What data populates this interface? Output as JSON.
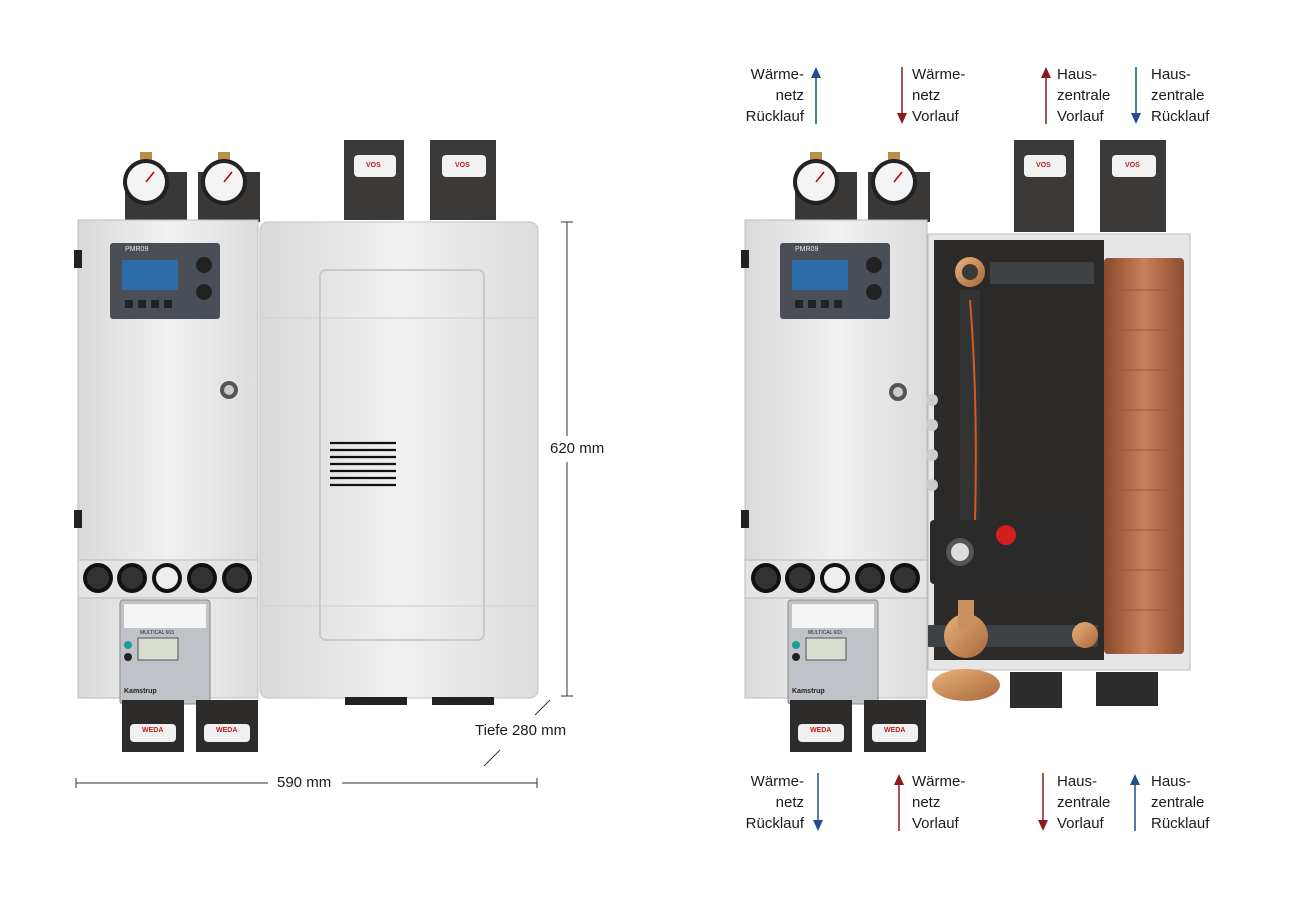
{
  "colors": {
    "supply_arrow": "#8b1a1a",
    "return_arrow": "#1f4e8c",
    "cabinet_white": "#e9e9e9",
    "copper": "#b86a44",
    "controller": "#4a4f57",
    "display": "#2c6ca8"
  },
  "icons": [
    "pressure-gauge-icon",
    "arrow-up-icon",
    "arrow-down-icon",
    "valve-icon",
    "heat-exchanger-icon"
  ],
  "dimensions": {
    "height": "620 mm",
    "width": "590 mm",
    "depth": "Tiefe 280 mm"
  },
  "device": {
    "controller_model": "PMR09",
    "meter_model": "MULTICAL 603",
    "meter_brand": "Kamstrup",
    "valve_brand": "VOS",
    "actuator_brand": "WEDA"
  },
  "labels_top": [
    {
      "lines": [
        "Wärme-",
        "netz",
        "Rücklauf"
      ],
      "dir": "up",
      "color": "return"
    },
    {
      "lines": [
        "Wärme-",
        "netz",
        "Vorlauf"
      ],
      "dir": "down",
      "color": "supply"
    },
    {
      "lines": [
        "Haus-",
        "zentrale",
        "Vorlauf"
      ],
      "dir": "up",
      "color": "supply"
    },
    {
      "lines": [
        "Haus-",
        "zentrale",
        "Rücklauf"
      ],
      "dir": "down",
      "color": "return"
    }
  ],
  "labels_bottom": [
    {
      "lines": [
        "Wärme-",
        "netz",
        "Rücklauf"
      ],
      "dir": "down",
      "color": "return"
    },
    {
      "lines": [
        "Wärme-",
        "netz",
        "Vorlauf"
      ],
      "dir": "up",
      "color": "supply"
    },
    {
      "lines": [
        "Haus-",
        "zentrale",
        "Vorlauf"
      ],
      "dir": "down",
      "color": "supply"
    },
    {
      "lines": [
        "Haus-",
        "zentrale",
        "Rücklauf"
      ],
      "dir": "up",
      "color": "return"
    }
  ]
}
